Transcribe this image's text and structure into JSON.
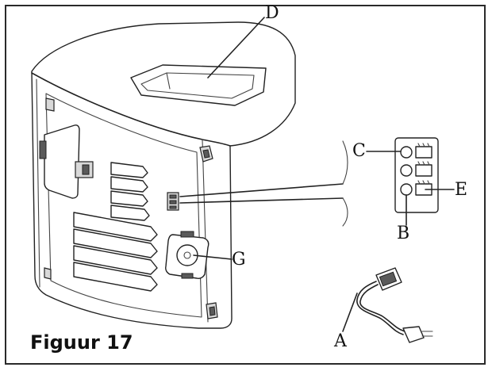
{
  "figure": {
    "caption": "Figuur 17",
    "labels": {
      "A": "A",
      "B": "B",
      "C": "C",
      "D": "D",
      "E": "E",
      "G": "G"
    }
  },
  "colors": {
    "line": "#222222",
    "border": "#2a2a2a",
    "background": "#ffffff",
    "shade": "#d9d9d9"
  }
}
